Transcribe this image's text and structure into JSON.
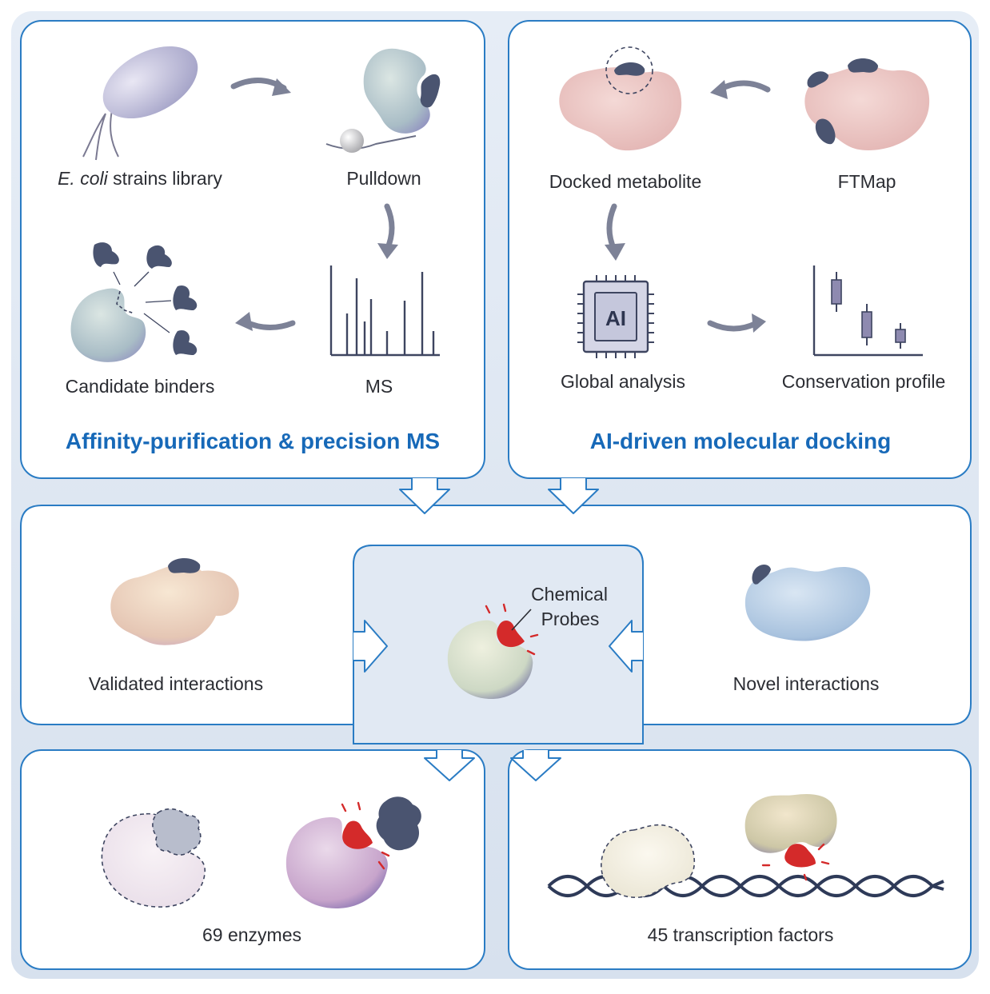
{
  "panels": {
    "affinity": {
      "title": "Affinity-purification & precision MS",
      "labels": {
        "strains_italic": "E. coli",
        "strains_rest": " strains library",
        "pulldown": "Pulldown",
        "ms": "MS",
        "candidate": "Candidate binders"
      }
    },
    "docking": {
      "title": "AI-driven molecular docking",
      "labels": {
        "docked": "Docked metabolite",
        "ftmap": "FTMap",
        "global": "Global analysis",
        "conservation": "Conservation profile",
        "ai_chip": "AI"
      }
    },
    "middle": {
      "validated": "Validated interactions",
      "novel": "Novel interactions",
      "probes_line1": "Chemical",
      "probes_line2": "Probes"
    },
    "bottom": {
      "enzymes": "69 enzymes",
      "tf": "45 transcription factors"
    }
  },
  "colors": {
    "panel_border": "#2a7cc4",
    "title_blue": "#1769b8",
    "arrow_gray": "#7d8297",
    "metabolite_dark": "#4a5470",
    "probe_red": "#d42a2a",
    "background": "#dde6f1"
  }
}
